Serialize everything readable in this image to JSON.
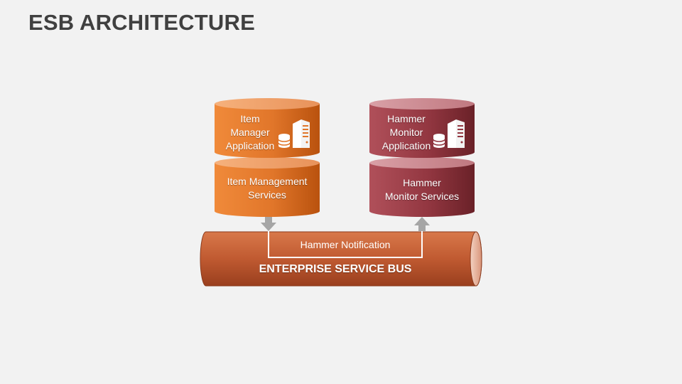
{
  "slide": {
    "title": "ESB ARCHITECTURE"
  },
  "left_stack": {
    "top_label": "Item\nManager\nApplication",
    "bottom_label": "Item Management\nServices"
  },
  "right_stack": {
    "top_label": "Hammer\nMonitor\nApplication",
    "bottom_label": "Hammer\nMonitor Services"
  },
  "bus": {
    "label": "ENTERPRISE SERVICE BUS",
    "notification_label": "Hammer Notification"
  },
  "icons": [
    "server-icon",
    "database-icon",
    "arrow-down-icon",
    "arrow-up-icon"
  ],
  "colors": {
    "orange_light": "#f08a3a",
    "orange_dark": "#c4590f",
    "maroon_light": "#a8474f",
    "maroon_dark": "#6e2229",
    "bus_light": "#c8643a",
    "bus_dark": "#8e3b1f",
    "arrow": "#a6a6a6"
  }
}
